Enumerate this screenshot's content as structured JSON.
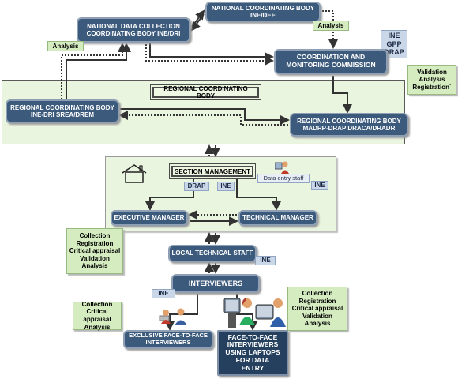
{
  "national_data_collection": {
    "line1": "NATIONAL DATA COLLECTION",
    "line2": "COORDINATING BODY INE/DRI"
  },
  "national_coordinating": {
    "line1": "NATIONAL COORDINATING BODY",
    "line2": "INE/DEE"
  },
  "coordination_monitoring": {
    "line1": "COORDINATION AND",
    "line2": "MONITORING COMMISSION"
  },
  "analysis_tag_left": "Analysis",
  "analysis_tag_right": "Analysis",
  "ine_gpp_drap": [
    "INE",
    "GPP",
    "DRAP"
  ],
  "validation_note": [
    "Validation",
    "Analysis",
    "Registration´"
  ],
  "regional_panel_title": "REGIONAL COORDINATING BODY",
  "regional_left": {
    "line1": "REGIONAL COORDINATING BODY",
    "line2": "INE-DRI   SREA/DREM"
  },
  "regional_right": {
    "line1": "REGIONAL COORDINATING BODY",
    "line2": "MADRP-DRAP   DRACA/DRADR"
  },
  "section_management": "SECTION MANAGEMENT",
  "drap_tag": "DRAP",
  "ine_tag_section": "INE",
  "data_entry_staff": "Data entry staff",
  "ine_tag_data_entry": "INE",
  "executive_manager": "EXECUTIVE MANAGER",
  "technical_manager": "TECHNICAL MANAGER",
  "collection_note_left": [
    "Collection",
    "Registration",
    "Critical appraisal",
    "Validation",
    "Analysis"
  ],
  "local_technical_staff": "LOCAL TECHNICAL STAFF",
  "ine_tag_local": "INE",
  "interviewers": "INTERVIEWERS",
  "ine_tag_interviewers": "INE",
  "collection_note_small": [
    "Collection",
    "Critical appraisal",
    "Analysis"
  ],
  "collection_note_right": [
    "Collection",
    "Registration",
    "Critical appraisal",
    "Validation",
    "Analysis"
  ],
  "exclusive_interviewers": {
    "line1": "EXCLUSIVE FACE-TO-FACE",
    "line2": "INTERVIEWERS"
  },
  "laptop_interviewers": [
    "FACE-TO-FACE",
    "INTERVIEWERS",
    "USING LAPTOPS",
    "FOR  DATA",
    "ENTRY"
  ],
  "colors": {
    "box": "#3c5a7c",
    "panel": "#eaf5e0",
    "note": "#d5ecc0",
    "arrow": "#333333"
  }
}
